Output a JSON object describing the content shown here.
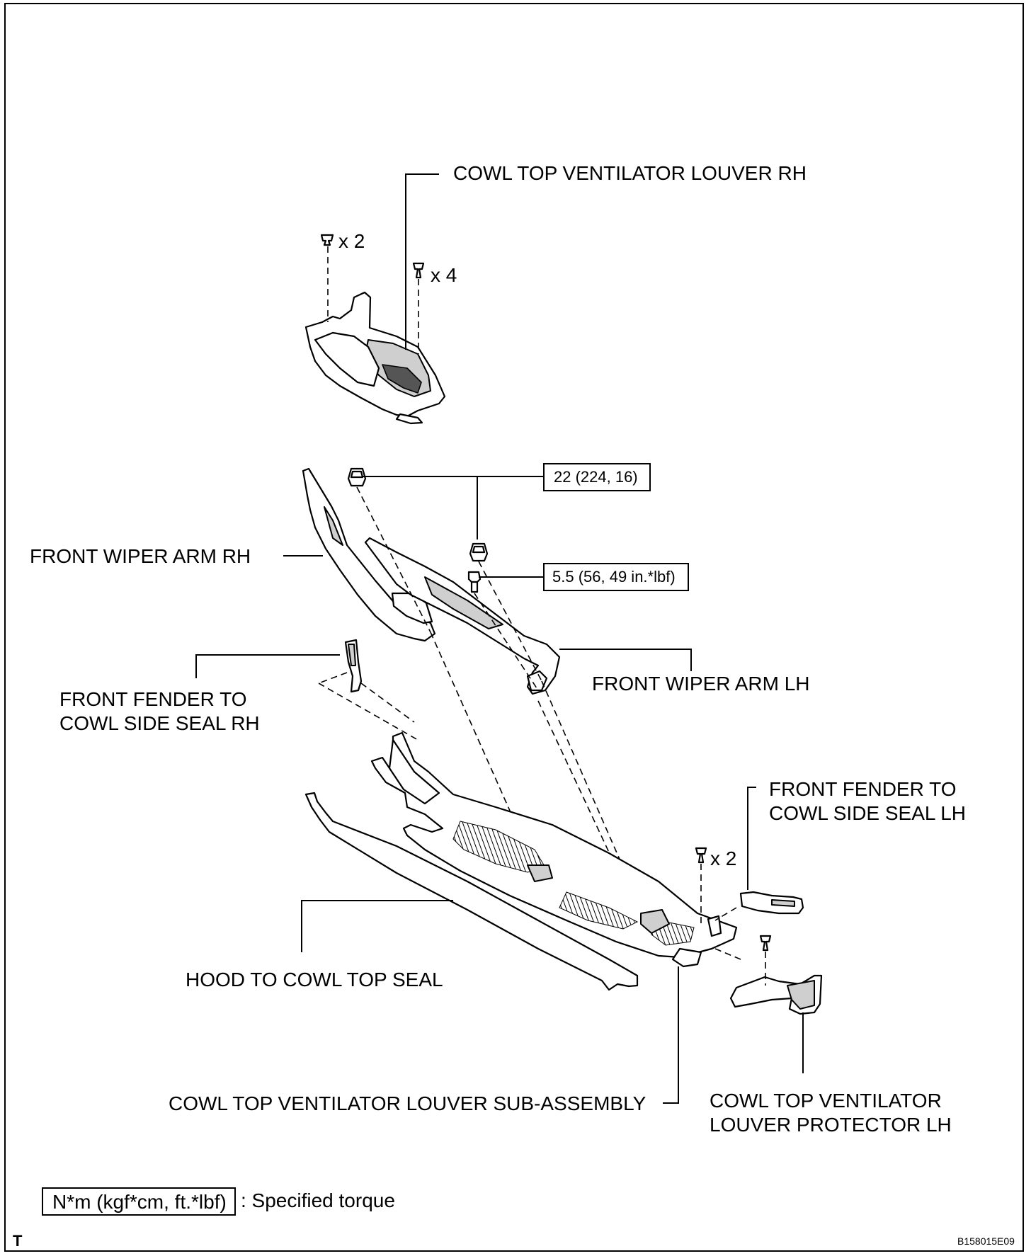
{
  "labels": {
    "cowl_top_louver_rh": "COWL TOP VENTILATOR LOUVER RH",
    "wiper_arm_rh": "FRONT WIPER ARM RH",
    "wiper_arm_lh": "FRONT WIPER ARM LH",
    "fender_seal_rh_line1": "FRONT FENDER TO",
    "fender_seal_rh_line2": "COWL SIDE SEAL RH",
    "fender_seal_lh_line1": "FRONT FENDER TO",
    "fender_seal_lh_line2": "COWL SIDE SEAL LH",
    "hood_seal": "HOOD TO COWL TOP SEAL",
    "louver_sub_assembly": "COWL TOP VENTILATOR LOUVER SUB-ASSEMBLY",
    "protector_lh_line1": "COWL TOP VENTILATOR",
    "protector_lh_line2": "LOUVER PROTECTOR LH"
  },
  "quantities": {
    "clip_top_left": "x 2",
    "clip_top_right": "x 4",
    "clip_lower": "x 2"
  },
  "torques": {
    "nut": "22 (224, 16)",
    "bolt": "5.5 (56, 49 in.*lbf)"
  },
  "legend": {
    "unit_box": "N*m (kgf*cm, ft.*lbf)",
    "description": ": Specified torque"
  },
  "corner": {
    "left": "T",
    "code": "B158015E09"
  }
}
